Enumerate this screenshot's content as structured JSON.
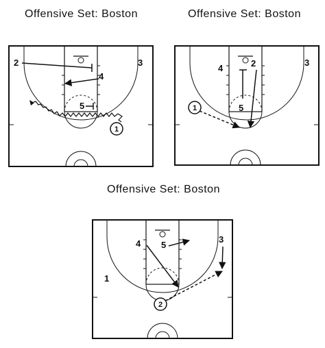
{
  "diagrams": [
    {
      "title": "Offensive Set:  Boston",
      "players": {
        "p1": "1",
        "p2": "2",
        "p3": "3",
        "p4": "4",
        "p5": "5"
      }
    },
    {
      "title": "Offensive Set:  Boston",
      "players": {
        "p1": "1",
        "p2": "2",
        "p3": "3",
        "p4": "4",
        "p5": "5"
      }
    },
    {
      "title": "Offensive Set:  Boston",
      "players": {
        "p1": "1",
        "p2": "2",
        "p3": "3",
        "p4": "4",
        "p5": "5"
      }
    }
  ]
}
